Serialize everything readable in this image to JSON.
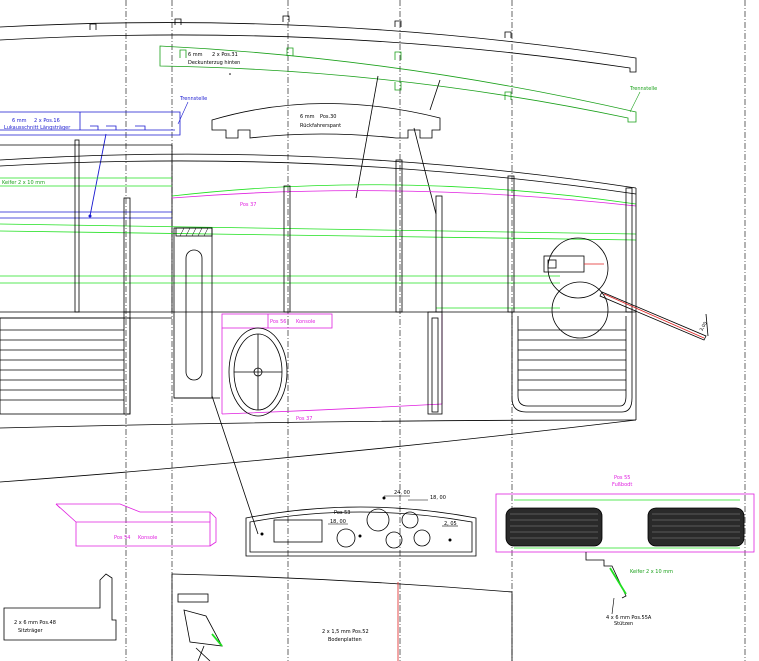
{
  "colors": {
    "black": "#000000",
    "green": "#1aa01a",
    "blue": "#1a1ad0",
    "magenta": "#e020e0",
    "red": "#e02020",
    "brightgreen": "#20e020"
  },
  "labels": {
    "pos31_thickness": "6 mm",
    "pos31_count": "2 x Pos.31",
    "pos31_name": "Deckunterzug hinten",
    "trennstelle_right": "Trennstelle",
    "trennstelle_left": "Trennstelle",
    "pos16_thickness": "6 mm",
    "pos16_count": "2 x Pos.16",
    "pos16_name": "Lukausschnitt Längsträger",
    "pos30_thickness": "6 mm",
    "pos30_count": "Pos.30",
    "pos30_name": "Rückfahrerspant",
    "keifer_left": "Keifer 2 x 10 mm",
    "pos37_top": "Pos 37",
    "pos56_label": "Pos 56",
    "konsole_mid": "Konsole",
    "pos37_bottom": "Pos 37",
    "pos54_label": "Pos 54",
    "konsole_left": "Konsole",
    "pos53_label": "Pos 53",
    "dim_24": "24, 00",
    "dim_18_right": "18, 00",
    "dim_18_left": "18, 00",
    "dim_205": "2, 05",
    "pos55_label": "Pos 55",
    "pos55_name": "Fußbodt",
    "keifer_right": "Keifer 2 x 10 mm",
    "pos55a_count": "4 x 6 mm Pos.55A",
    "pos55a_name": "Stützen",
    "pos48_count": "2 x 6 mm Pos.48",
    "pos48_name": "Sitzträger",
    "pos52_count": "2 x 1,5 mm Pos.52",
    "pos52_name": "Bodenplatten",
    "dim_diag": "3,00"
  }
}
